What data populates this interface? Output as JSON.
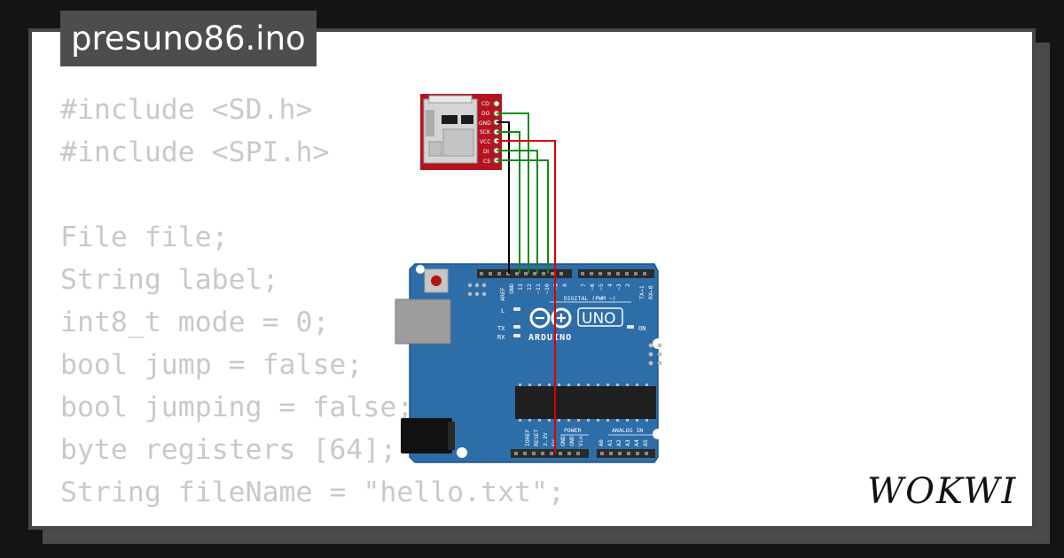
{
  "title": "presuno86.ino",
  "code_lines": [
    "#include <SD.h>",
    "#include <SPI.h>",
    "",
    "File file;",
    "String label;",
    "int8_t mode = 0;",
    "bool jump = false;",
    "bool jumping = false;",
    "byte registers [64];",
    "String fileName = \"hello.txt\";"
  ],
  "sd_module": {
    "pins": [
      "CD",
      "DO",
      "GND",
      "SCK",
      "VCC",
      "DI",
      "CS"
    ]
  },
  "arduino": {
    "brand": "ARDUINO",
    "model": "UNO",
    "digital_header_label": "DIGITAL (PWM ~)",
    "digital_pins": [
      "AREF",
      "GND",
      "13",
      "12",
      "~11",
      "~10",
      "~9",
      "8",
      "7",
      "~6",
      "~5",
      "4",
      "~3",
      "2",
      "TX→1",
      "RX←0"
    ],
    "led_labels": [
      "L",
      "TX",
      "RX",
      "ON"
    ],
    "power_label": "POWER",
    "power_pins": [
      "IOREF",
      "RESET",
      "3.3V",
      "5V",
      "GND",
      "GND",
      "Vin"
    ],
    "analog_label": "ANALOG IN",
    "analog_pins": [
      "A0",
      "A1",
      "A2",
      "A3",
      "A4",
      "A5"
    ]
  },
  "wire_colors": {
    "ground": "#000000",
    "power": "#e00000",
    "signal": "#118c11"
  },
  "logo_text": "WOKWI"
}
